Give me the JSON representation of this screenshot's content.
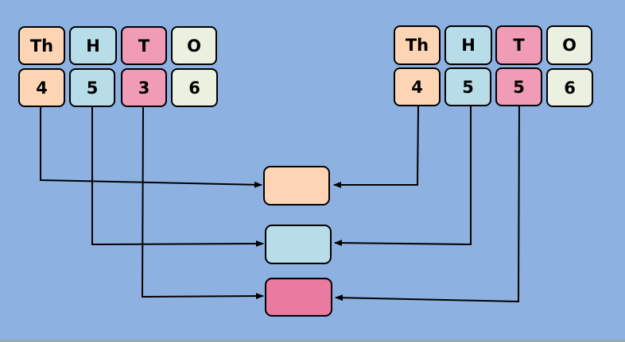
{
  "diagram": {
    "left_number": {
      "headers": [
        "Th",
        "H",
        "T",
        "O"
      ],
      "digits": [
        "4",
        "5",
        "3",
        "6"
      ]
    },
    "right_number": {
      "headers": [
        "Th",
        "H",
        "T",
        "O"
      ],
      "digits": [
        "4",
        "5",
        "5",
        "6"
      ]
    },
    "comparison_boxes": [
      {
        "place": "Th",
        "label": "",
        "color": "#fdd5b4"
      },
      {
        "place": "H",
        "label": "",
        "color": "#b7dde8"
      },
      {
        "place": "T",
        "label": "",
        "color": "#ea7ba0"
      }
    ],
    "colors": {
      "background": "#8db1e1",
      "thousands": "#fdd5b4",
      "hundreds": "#b7dde8",
      "tens": "#f19cb6",
      "ones": "#ebf0e0"
    }
  }
}
